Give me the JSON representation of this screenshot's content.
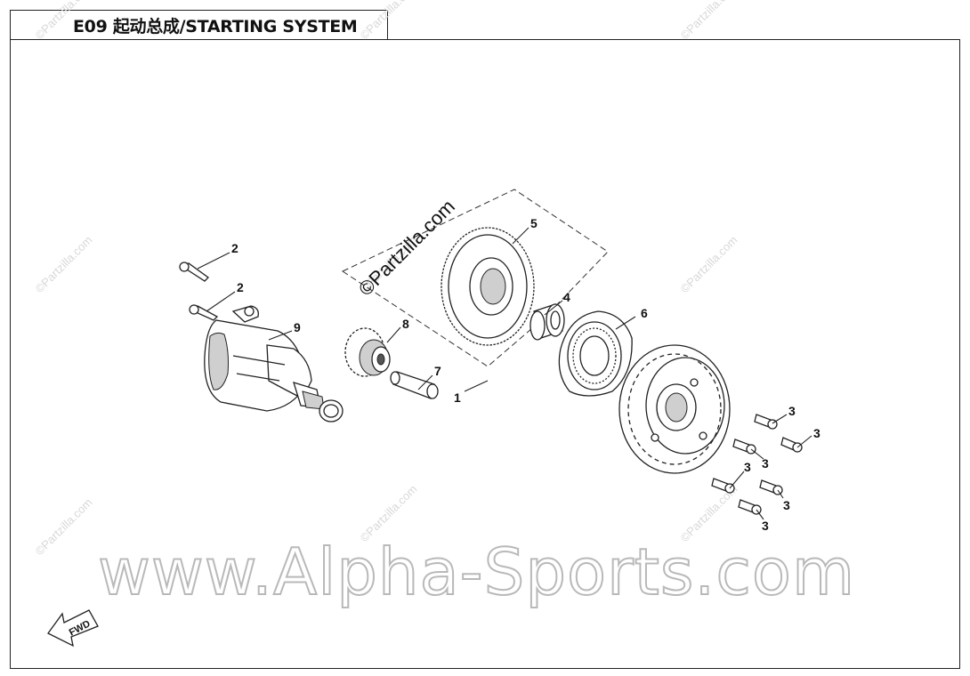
{
  "title": "E09 起动总成/STARTING SYSTEM",
  "watermarks": {
    "site": "www.Alpha-Sports.com",
    "patzilla_center": "©Partzilla.com",
    "patzilla_small": "©Partzilla.com"
  },
  "direction_label": "FWD",
  "callouts": {
    "c1": "1",
    "c2a": "2",
    "c2b": "2",
    "c3a": "3",
    "c3b": "3",
    "c3c": "3",
    "c3d": "3",
    "c3e": "3",
    "c3f": "3",
    "c4": "4",
    "c5": "5",
    "c6": "6",
    "c7": "7",
    "c8": "8",
    "c9": "9"
  }
}
